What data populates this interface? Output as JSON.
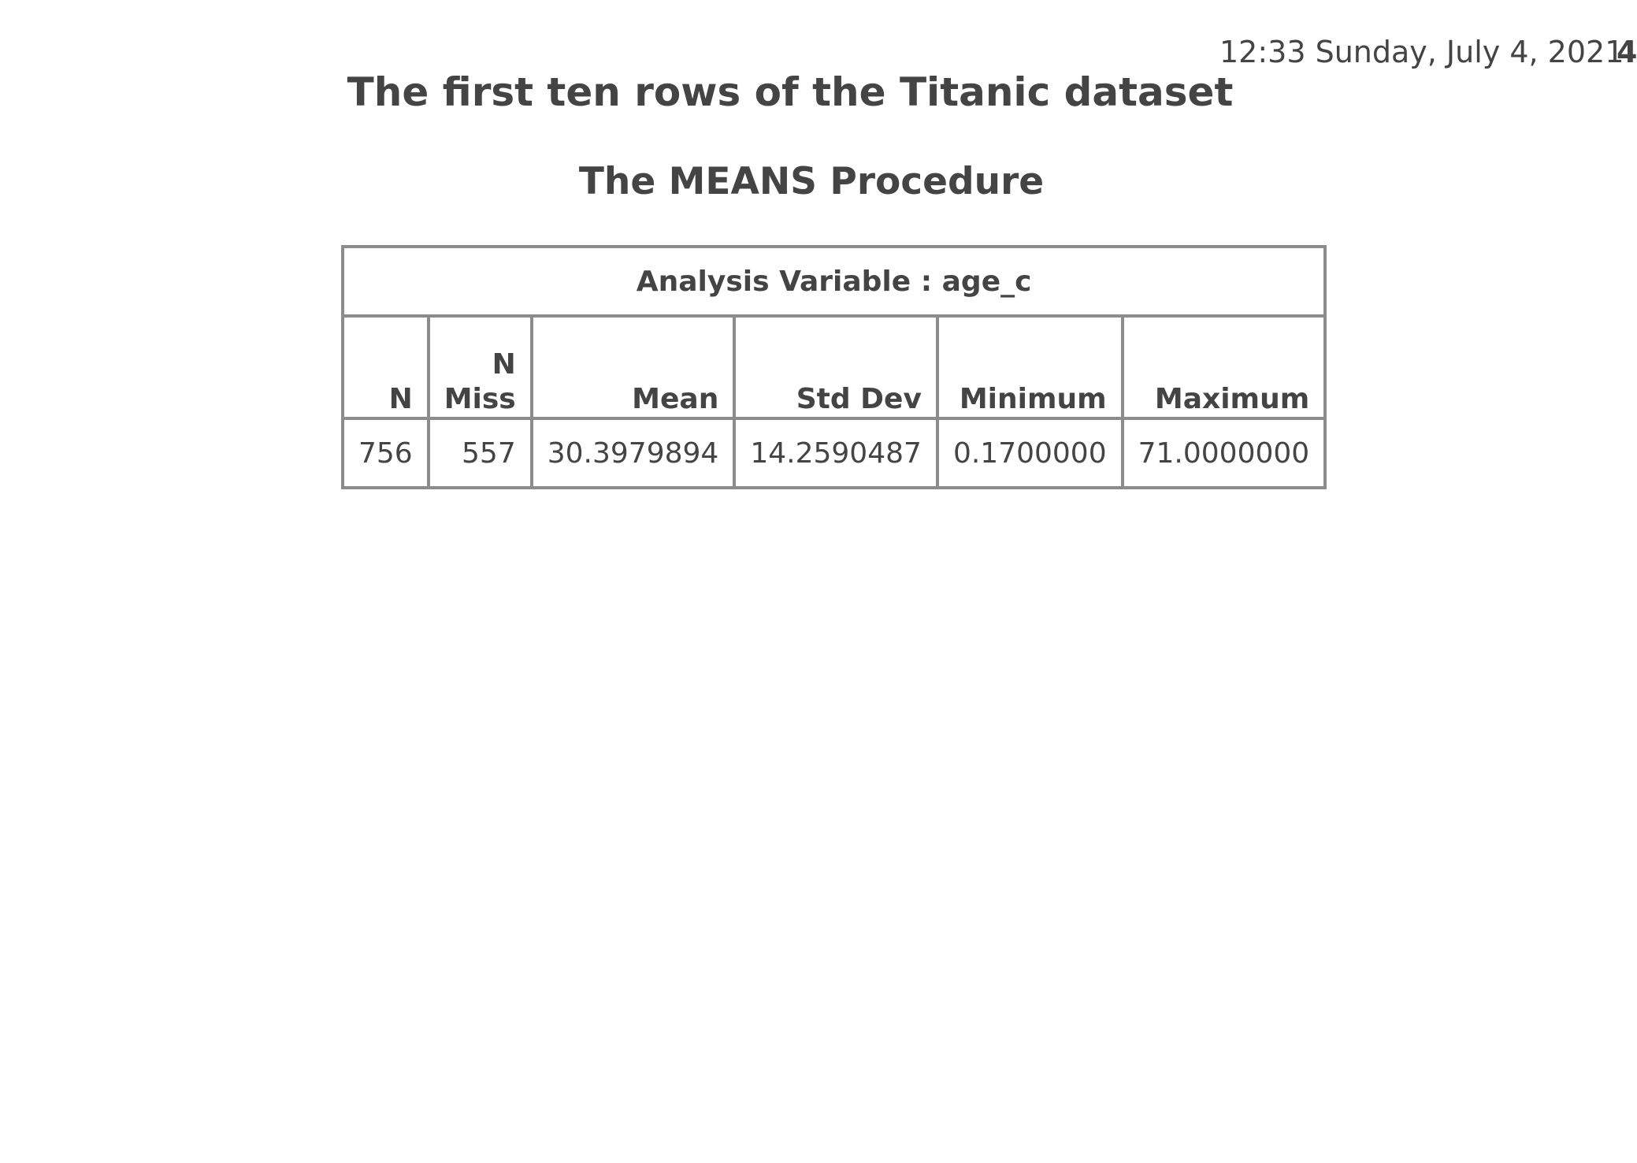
{
  "header": {
    "timestamp": "12:33 Sunday, July 4, 2021",
    "page_number": "4"
  },
  "title": "The first ten rows of the Titanic dataset",
  "subtitle": "The MEANS Procedure",
  "table": {
    "caption": "Analysis Variable : age_c",
    "columns": [
      {
        "line1": "",
        "line2": "N"
      },
      {
        "line1": "N",
        "line2": "Miss"
      },
      {
        "line1": "",
        "line2": "Mean"
      },
      {
        "line1": "",
        "line2": "Std Dev"
      },
      {
        "line1": "",
        "line2": "Minimum"
      },
      {
        "line1": "",
        "line2": "Maximum"
      }
    ],
    "row": [
      "756",
      "557",
      "30.3979894",
      "14.2590487",
      "0.1700000",
      "71.0000000"
    ]
  }
}
